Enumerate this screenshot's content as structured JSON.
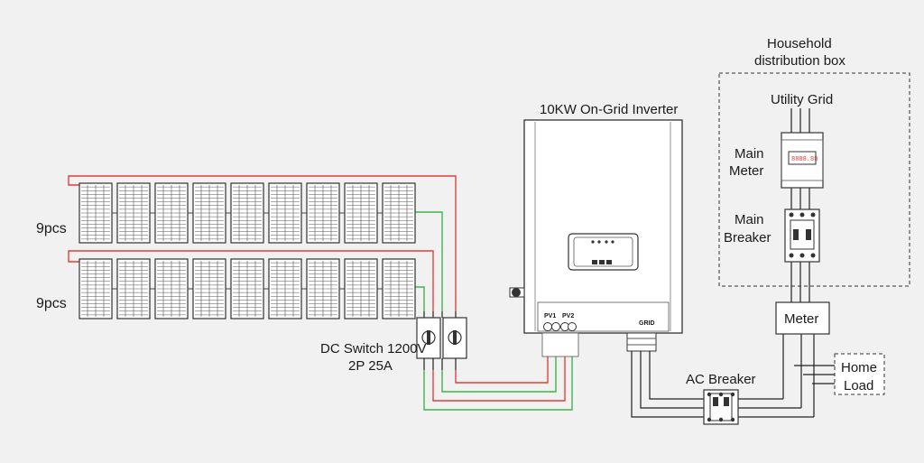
{
  "labels": {
    "string_top_count": "9pcs",
    "string_bottom_count": "9pcs",
    "inverter_title": "10KW On-Grid Inverter",
    "pv1": "PV1",
    "pv2": "PV2",
    "grid": "GRID",
    "dc_switch_line1": "DC Switch 1200V",
    "dc_switch_line2": "2P 25A",
    "ac_breaker": "AC Breaker",
    "distribution_box_line1": "Household",
    "distribution_box_line2": "distribution box",
    "utility_grid": "Utility Grid",
    "main_meter_line1": "Main",
    "main_meter_line2": "Meter",
    "main_breaker_line1": "Main",
    "main_breaker_line2": "Breaker",
    "meter": "Meter",
    "home_load_line1": "Home",
    "home_load_line2": "Load",
    "meter_display": "8888.88"
  },
  "colors": {
    "positive_wire": "#e0413a",
    "negative_wire": "#3fb54a",
    "ac_wire": "#222222"
  },
  "panels_per_string": 9
}
